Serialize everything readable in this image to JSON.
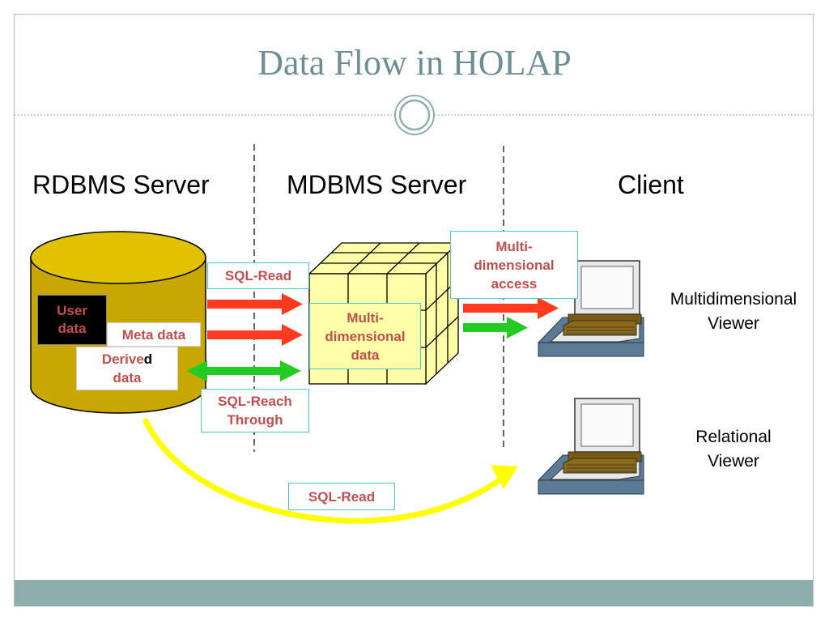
{
  "title": "Data Flow in HOLAP",
  "columns": {
    "rdbms": "RDBMS Server",
    "mdbms": "MDBMS Server",
    "client": "Client"
  },
  "database": {
    "user_data": [
      "User",
      "data"
    ],
    "meta_data": "Meta data",
    "derived_data": {
      "prefix": "Derive",
      "suffix": "d",
      "line2": "data"
    }
  },
  "flows": {
    "sql_read_top": "SQL-Read",
    "sql_reach_through": [
      "SQL-Reach",
      "Through"
    ],
    "sql_read_bottom": "SQL-Read",
    "md_access": [
      "Multi-",
      "dimensional",
      "access"
    ]
  },
  "cube": {
    "label": [
      "Multi-",
      "dimensional",
      "data"
    ]
  },
  "viewers": {
    "multidimensional": [
      "Multidimensional",
      "Viewer"
    ],
    "relational": [
      "Relational",
      "Viewer"
    ]
  },
  "colors": {
    "cylinder": "#c8a800",
    "cube": "#ffffa8",
    "red_arrow": "#ff3b1f",
    "green_arrow": "#22cc22",
    "yellow_arrow": "#ffff00",
    "box_text": "#c0504d",
    "box_border": "#4cc9d6",
    "title": "#6d8f94"
  }
}
